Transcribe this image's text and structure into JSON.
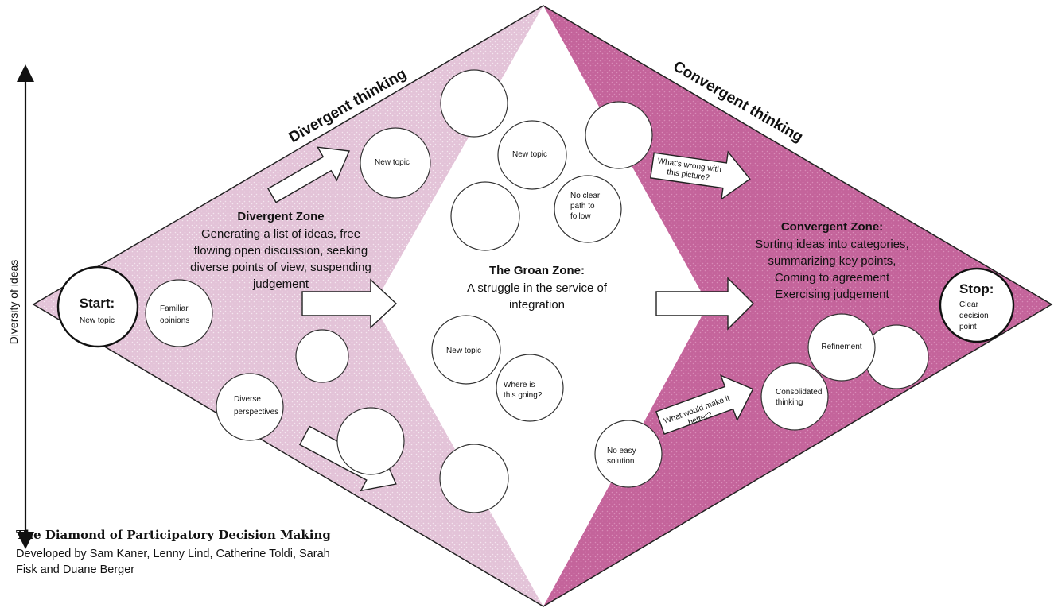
{
  "diagram": {
    "headings": {
      "divergent": "Divergent thinking",
      "convergent": "Convergent thinking"
    },
    "axis_label": "Diversity of ideas",
    "start": {
      "title": "Start:",
      "text": "New topic"
    },
    "stop": {
      "title": "Stop:",
      "lines": [
        "Clear",
        "decision",
        "point"
      ]
    },
    "divergent_zone": {
      "title": "Divergent Zone",
      "lines": [
        "Generating a list of ideas, free",
        "flowing open discussion, seeking",
        "diverse points of view, suspending",
        "judgement"
      ]
    },
    "groan_zone": {
      "title": "The Groan Zone:",
      "lines": [
        "A struggle in the service of",
        "integration"
      ]
    },
    "convergent_zone": {
      "title": "Convergent Zone:",
      "lines": [
        "Sorting ideas into categories,",
        "summarizing key points,",
        "Coming to agreement",
        "Exercising judgement"
      ]
    },
    "bubbles": {
      "new_topic_left": "New topic",
      "new_topic_top": "New topic",
      "no_clear_path": [
        "No clear",
        "path to",
        "follow"
      ],
      "familiar_opinions": [
        "Familiar",
        "opinions"
      ],
      "new_topic_center": "New topic",
      "where_going": [
        "Where is",
        "this going?"
      ],
      "diverse_perspectives": [
        "Diverse",
        "perspectives"
      ],
      "no_easy_solution": [
        "No easy",
        "solution"
      ],
      "refinement": "Refinement",
      "consolidated": [
        "Consolidated",
        "thinking"
      ]
    },
    "arrow_labels": {
      "whats_wrong": [
        "What's wrong with",
        "this picture?"
      ],
      "what_would": [
        "What would make it",
        "better?"
      ]
    },
    "colors": {
      "divergent_fill": "#e3c3d8",
      "convergent_fill": "#c4649b",
      "outline": "#222222"
    }
  },
  "footer": {
    "title": "The Diamond of Participatory Decision Making",
    "credit_lines": [
      "Developed by Sam Kaner, Lenny Lind, Catherine Toldi, Sarah",
      "Fisk and  Duane Berger"
    ]
  }
}
